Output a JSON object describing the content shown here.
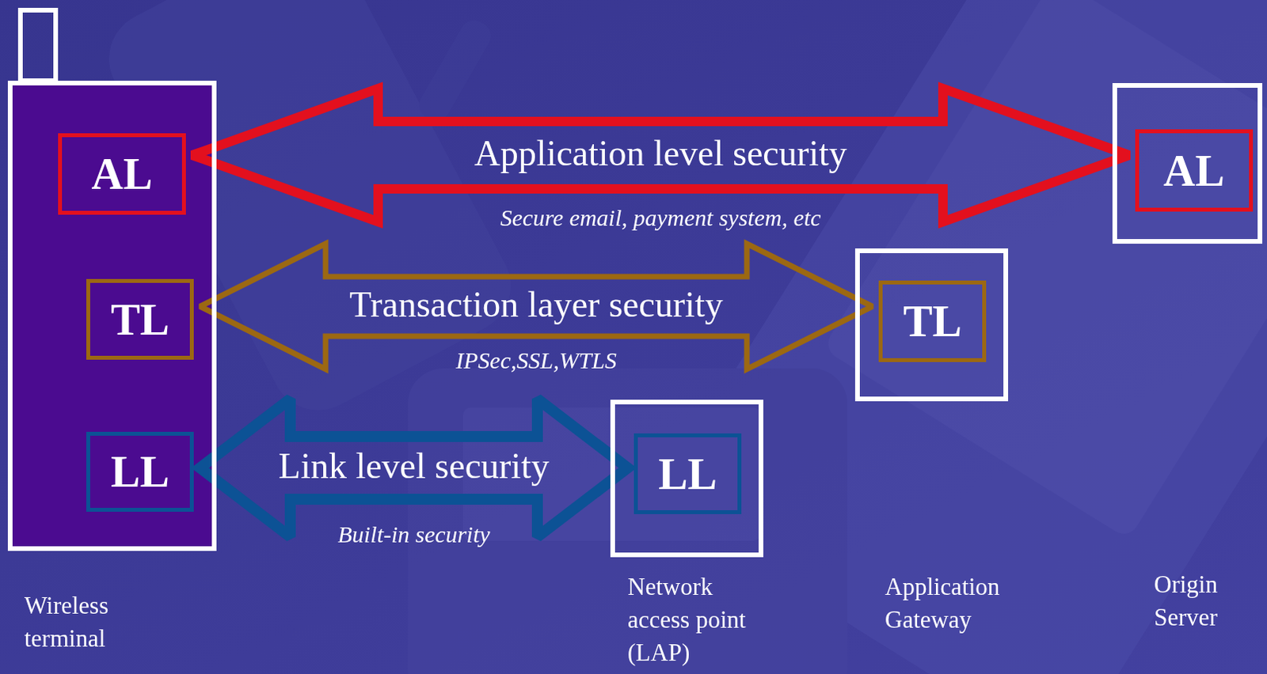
{
  "diagram": {
    "nodes": [
      {
        "text": [
          "Wireless terminal"
        ]
      },
      {
        "text": [
          "AL"
        ],
        "in": 0
      },
      {
        "text": [
          "TL"
        ],
        "in": 0
      },
      {
        "text": [
          "LL"
        ],
        "in": 0
      },
      {
        "text": [
          "Network access point (LAP)"
        ]
      },
      {
        "text": [
          "LL"
        ],
        "in": 4
      },
      {
        "text": [
          "Application Gateway"
        ]
      },
      {
        "text": [
          "TL"
        ],
        "in": 6
      },
      {
        "text": [
          "Origin Server"
        ]
      },
      {
        "text": [
          "AL"
        ],
        "in": 8
      }
    ],
    "edges": [
      {
        "from": 1,
        "to": 9,
        "arrow": "both",
        "label": "Application level security"
      },
      {
        "from": 2,
        "to": 7,
        "arrow": "both",
        "label": "Transaction layer security"
      },
      {
        "from": 3,
        "to": 5,
        "arrow": "both",
        "label": "Link level security"
      }
    ],
    "labels": [
      "Secure email, payment system, etc",
      "IPSec,SSL,WTLS",
      "Built-in security"
    ]
  }
}
